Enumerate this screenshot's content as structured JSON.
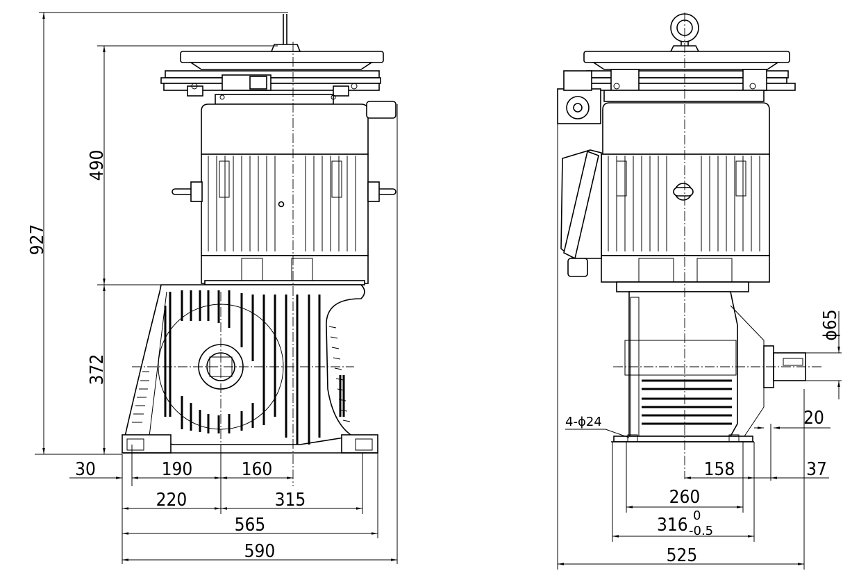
{
  "side_view": {
    "dims": {
      "overall_height": "927",
      "motor_height": "490",
      "gearbox_height": "372",
      "offset_30": "30",
      "d190": "190",
      "d160": "160",
      "d220": "220",
      "d315": "315",
      "d565": "565",
      "d590": "590"
    }
  },
  "front_view": {
    "dims": {
      "shaft_dia": "ϕ65",
      "shaft_ext": "20",
      "holes": "4-ϕ24",
      "d158": "158",
      "d37": "37",
      "d260": "260",
      "d316": "316",
      "d316_upper": "0",
      "d316_lower": "-0.5",
      "d525": "525"
    }
  }
}
